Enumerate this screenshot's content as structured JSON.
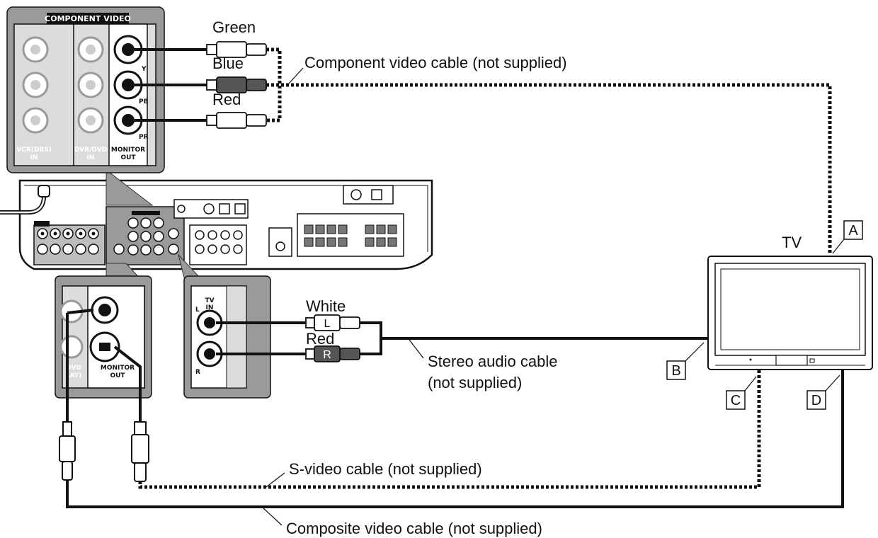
{
  "component_panel": {
    "header": "COMPONENT VIDEO",
    "col1_label": "VCR(DBS)",
    "col1_sub": "IN",
    "col2_label": "DVR/DVD",
    "col2_sub": "IN",
    "col3_label": "MONITOR",
    "col3_sub": "OUT",
    "y_label": "Y",
    "pb_label": "PB",
    "pr_label": "PR"
  },
  "component_colors": {
    "green_label": "Green",
    "blue_label": "Blue",
    "red_label": "Red"
  },
  "cables": {
    "component": "Component video cable (not supplied)",
    "stereo_line1": "Stereo audio cable",
    "stereo_line2": "(not supplied)",
    "svideo": "S-video cable (not supplied)",
    "composite": "Composite video cable (not supplied)"
  },
  "audio_panel": {
    "tv_in_top": "TV",
    "tv_in_bottom": "IN",
    "l_label": "L",
    "r_label": "R",
    "white_label": "White",
    "red_label": "Red",
    "plug_l": "L",
    "plug_r": "R"
  },
  "video_panel": {
    "monitor": "MONITOR",
    "out": "OUT",
    "left_frag1": "DVD",
    "left_frag2": "LAY)"
  },
  "tv": {
    "label": "TV",
    "callout_a": "A",
    "callout_b": "B",
    "callout_c": "C",
    "callout_d": "D"
  }
}
